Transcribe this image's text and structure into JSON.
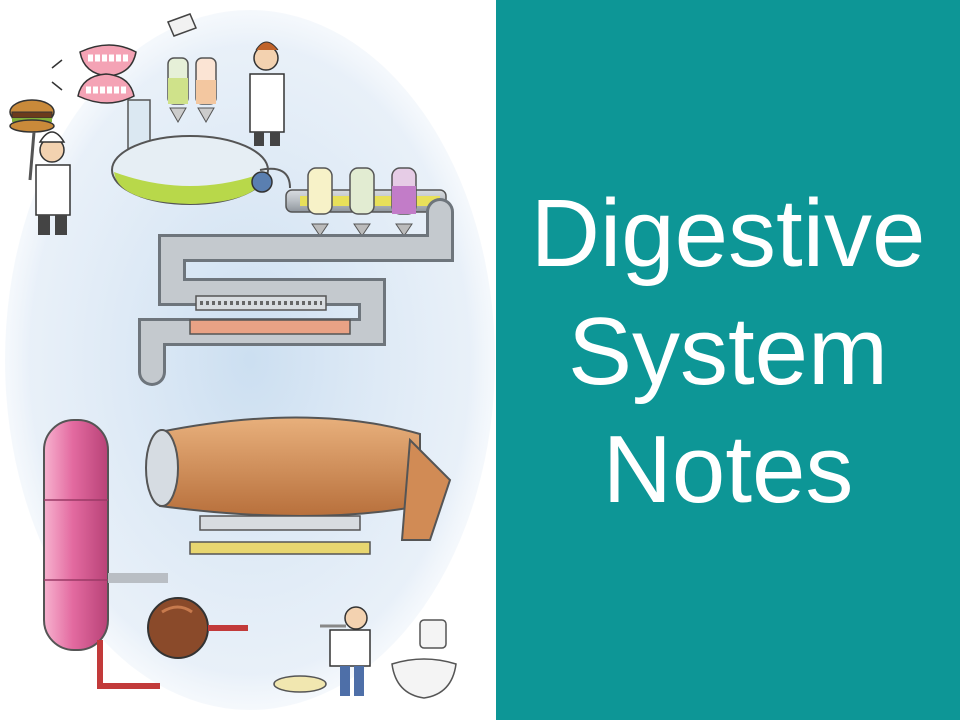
{
  "illustration": {
    "subject": "digestive machine cartoon",
    "palette": {
      "pipe": "#b9bec4",
      "pipe_dark": "#7e858c",
      "halo": "#c9ddf0",
      "stomach_fluid": "#b8d84a",
      "intestine_fill": "#c9854e",
      "tank": "#e36aa0",
      "pump": "#8a4a2a",
      "bile": "#e8e05a"
    }
  },
  "title": {
    "line1": "Digestive",
    "line2": "System",
    "line3": "Notes",
    "color": "#ffffff"
  },
  "panel": {
    "background": "#0d9696"
  }
}
